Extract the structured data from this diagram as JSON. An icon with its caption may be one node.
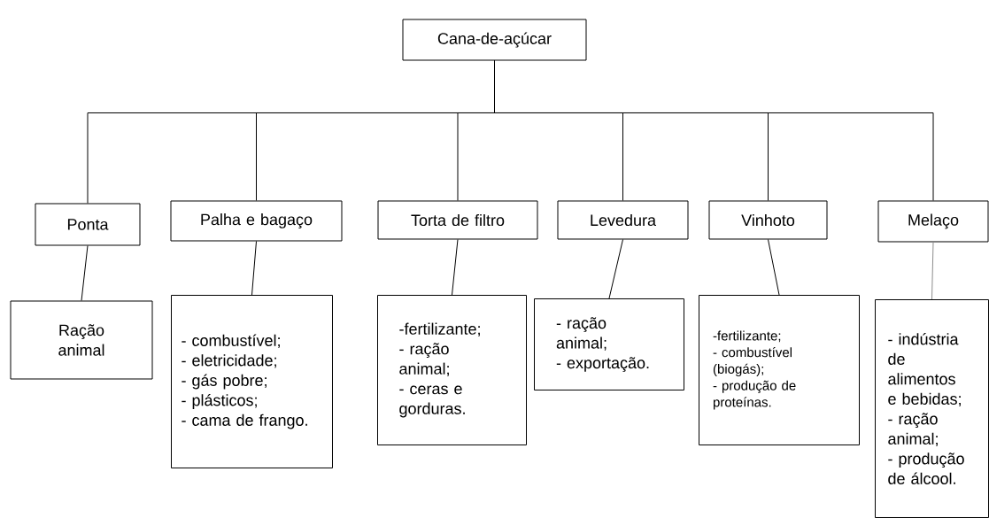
{
  "diagram": {
    "nodes": [
      {
        "text": [
          "Cana-de-açúcar"
        ]
      },
      {
        "text": [
          "Ponta"
        ]
      },
      {
        "text": [
          "Palha e bagaço"
        ]
      },
      {
        "text": [
          "Torta de filtro"
        ]
      },
      {
        "text": [
          "Levedura"
        ]
      },
      {
        "text": [
          "Vinhoto"
        ]
      },
      {
        "text": [
          "Melaço"
        ]
      },
      {
        "text": [
          "Ração animal"
        ]
      },
      {
        "text": [
          "- combustível;",
          "- eletricidade;",
          "- gás pobre;",
          "- plásticos;",
          "- cama de frango."
        ]
      },
      {
        "text": [
          "-fertilizante;",
          "- ração animal;",
          "- ceras e gorduras."
        ]
      },
      {
        "text": [
          "- ração animal;",
          "- exportação."
        ]
      },
      {
        "text": [
          "-fertilizante;",
          "- combustível (biogás);",
          "- produção de proteínas."
        ]
      },
      {
        "text": [
          "- indústria de alimentos e bebidas;",
          "- ração animal;",
          "- produção de álcool."
        ]
      }
    ],
    "edges": [
      {
        "from": 0,
        "to": 1,
        "arrow": "none"
      },
      {
        "from": 0,
        "to": 2,
        "arrow": "none"
      },
      {
        "from": 0,
        "to": 3,
        "arrow": "none"
      },
      {
        "from": 0,
        "to": 4,
        "arrow": "none"
      },
      {
        "from": 0,
        "to": 5,
        "arrow": "none"
      },
      {
        "from": 0,
        "to": 6,
        "arrow": "none"
      },
      {
        "from": 1,
        "to": 7,
        "arrow": "none"
      },
      {
        "from": 2,
        "to": 8,
        "arrow": "none"
      },
      {
        "from": 3,
        "to": 9,
        "arrow": "none"
      },
      {
        "from": 4,
        "to": 10,
        "arrow": "none"
      },
      {
        "from": 5,
        "to": 11,
        "arrow": "none"
      },
      {
        "from": 6,
        "to": 12,
        "arrow": "none",
        "color": "#8c8c8c"
      }
    ]
  }
}
